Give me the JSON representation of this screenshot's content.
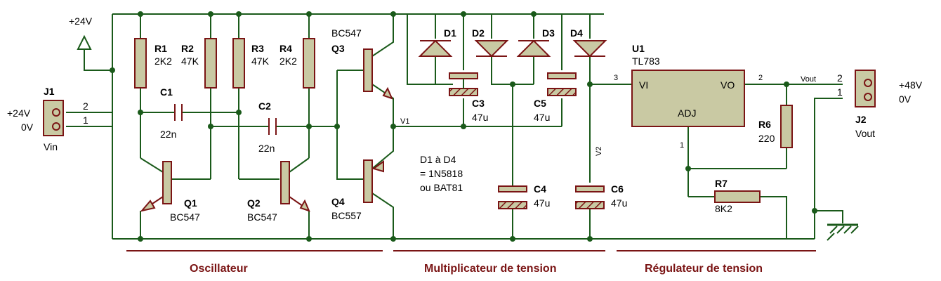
{
  "sections": {
    "oscillator": "Oscillateur",
    "multiplier": "Multiplicateur de tension",
    "regulator": "Régulateur de tension"
  },
  "power": {
    "vcc_label": "+24V"
  },
  "j1": {
    "ref": "J1",
    "name": "Vin",
    "pin2": "2",
    "pin1": "1",
    "label_top": "+24V",
    "label_bottom": "0V"
  },
  "j2": {
    "ref": "J2",
    "name": "Vout",
    "pin2": "2",
    "pin1": "1",
    "label_top": "+48V",
    "label_bottom": "0V",
    "net": "Vout"
  },
  "resistors": {
    "r1": {
      "ref": "R1",
      "value": "2K2"
    },
    "r2": {
      "ref": "R2",
      "value": "47K"
    },
    "r3": {
      "ref": "R3",
      "value": "47K"
    },
    "r4": {
      "ref": "R4",
      "value": "2K2"
    },
    "r6": {
      "ref": "R6",
      "value": "220"
    },
    "r7": {
      "ref": "R7",
      "value": "8K2"
    }
  },
  "capacitors": {
    "c1": {
      "ref": "C1",
      "value": "22n"
    },
    "c2": {
      "ref": "C2",
      "value": "22n"
    },
    "c3": {
      "ref": "C3",
      "value": "47u"
    },
    "c4": {
      "ref": "C4",
      "value": "47u"
    },
    "c5": {
      "ref": "C5",
      "value": "47u"
    },
    "c6": {
      "ref": "C6",
      "value": "47u"
    }
  },
  "transistors": {
    "q1": {
      "ref": "Q1",
      "type": "BC547"
    },
    "q2": {
      "ref": "Q2",
      "type": "BC547"
    },
    "q3": {
      "ref": "Q3",
      "type": "BC547"
    },
    "q4": {
      "ref": "Q4",
      "type": "BC557"
    }
  },
  "diodes": {
    "d1": "D1",
    "d2": "D2",
    "d3": "D3",
    "d4": "D4"
  },
  "diode_note": {
    "line1": "D1 à D4",
    "line2": "= 1N5818",
    "line3": "ou BAT81"
  },
  "u1": {
    "ref": "U1",
    "type": "TL783",
    "vi": "VI",
    "vo": "VO",
    "adj": "ADJ",
    "pin_vi": "3",
    "pin_vo": "2",
    "pin_adj": "1"
  },
  "nets": {
    "v1": "V1",
    "v2": "V2"
  },
  "colors": {
    "wire": "#1a5a1a",
    "component": "#7a1414",
    "body_fill": "#c9c9a3",
    "section_label": "#7a1414"
  }
}
